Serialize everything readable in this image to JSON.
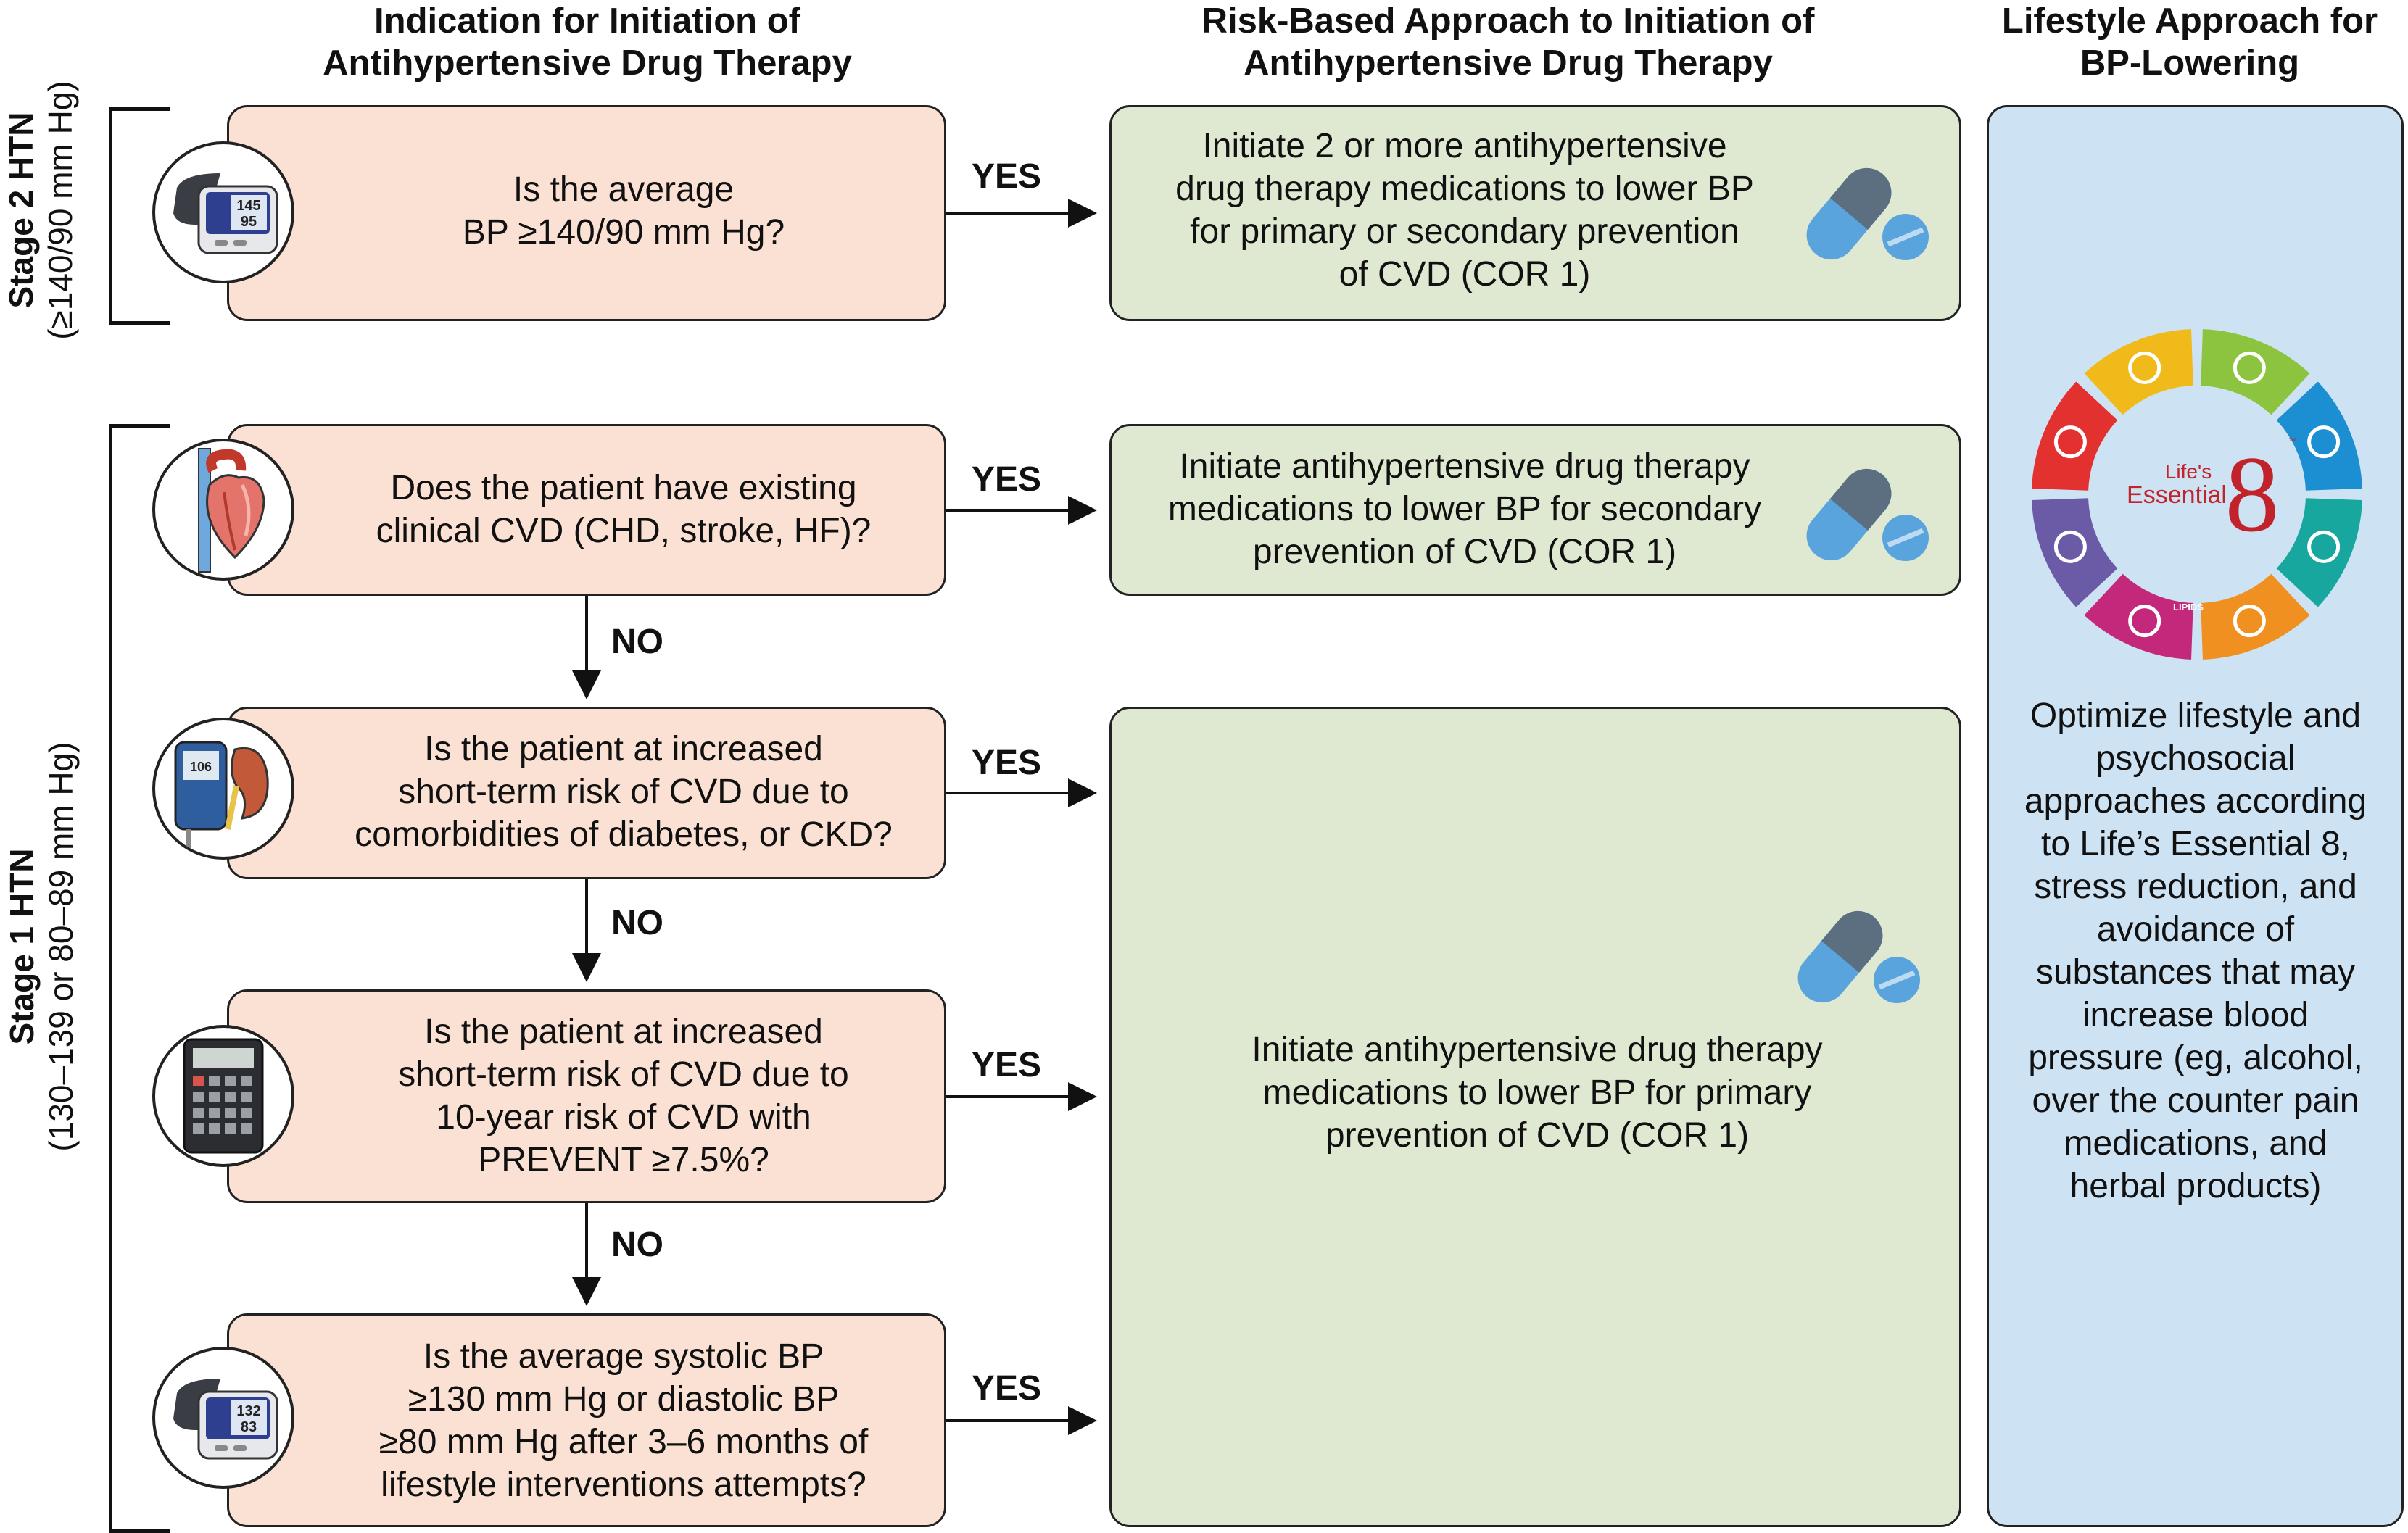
{
  "headers": {
    "col1": [
      "Indication for Initiation of",
      "Antihypertensive Drug Therapy"
    ],
    "col2": [
      "Risk-Based Approach to Initiation of",
      "Antihypertensive Drug Therapy"
    ],
    "col3": [
      "Lifestyle Approach for",
      "BP-Lowering"
    ]
  },
  "stages": {
    "stage2": {
      "title": "Stage 2 HTN",
      "range": "(≥140/90 mm Hg)"
    },
    "stage1": {
      "title": "Stage 1 HTN",
      "range": "(130–139 or 80–89 mm Hg)"
    }
  },
  "questions": [
    {
      "icon": "bp-monitor-icon",
      "lines": [
        "Is the average",
        "BP ≥140/90 mm Hg?"
      ]
    },
    {
      "icon": "heart-icon",
      "lines": [
        "Does the patient have existing",
        "clinical CVD (CHD, stroke, HF)?"
      ]
    },
    {
      "icon": "glucometer-kidney-icon",
      "lines": [
        "Is the patient at increased",
        "short-term risk of CVD due to",
        "comorbidities of diabetes, or CKD?"
      ]
    },
    {
      "icon": "calculator-icon",
      "lines": [
        "Is the patient at increased",
        "short-term risk of CVD due to",
        "10-year risk of CVD with",
        "PREVENT ≥7.5%?"
      ]
    },
    {
      "icon": "bp-monitor-icon",
      "lines": [
        "Is the average systolic BP",
        "≥130 mm Hg or diastolic BP",
        "≥80 mm Hg after 3–6 months of",
        "lifestyle interventions attempts?"
      ]
    }
  ],
  "monitor_readings": {
    "top": [
      "145",
      "95"
    ],
    "bottom": [
      "132",
      "83"
    ],
    "glucometer": "106"
  },
  "yes_label": "YES",
  "no_label": "NO",
  "actions": [
    {
      "icon": "pill-icon",
      "lines": [
        "Initiate 2 or more antihypertensive",
        "drug therapy medications to lower BP",
        "for primary or secondary prevention",
        "of CVD (COR 1)"
      ]
    },
    {
      "icon": "pill-icon",
      "lines": [
        "Initiate antihypertensive drug therapy",
        "medications to lower BP for secondary",
        "prevention of CVD (COR 1)"
      ]
    },
    {
      "icon": "pill-icon",
      "lines": [
        "Initiate antihypertensive drug therapy",
        "medications to lower BP for primary",
        "prevention of CVD (COR 1)"
      ]
    }
  ],
  "lifestyle": {
    "logo": {
      "line1": "Life's",
      "line2": "Essential",
      "number": "8",
      "tm": "™",
      "lipids": "LIPIDS"
    },
    "lines": [
      "Optimize lifestyle and",
      "psychosocial",
      "approaches according",
      "to Life’s Essential 8,",
      "stress reduction, and",
      "avoidance of",
      "substances that may",
      "increase blood",
      "pressure (eg, alcohol,",
      "over the counter pain",
      "medications, and",
      "herbal products)"
    ]
  },
  "colors": {
    "question_fill": "#fbe1d3",
    "action_fill": "#dfe9d1",
    "lifestyle_fill": "#cde2f3",
    "pill_dark": "#5c6f80",
    "pill_light": "#5aa4dd",
    "wheel": [
      "#e2312f",
      "#f0ba1b",
      "#8cc43f",
      "#1b8fd2",
      "#17a79f",
      "#f09021",
      "#c4287a",
      "#6b5ba7"
    ]
  }
}
